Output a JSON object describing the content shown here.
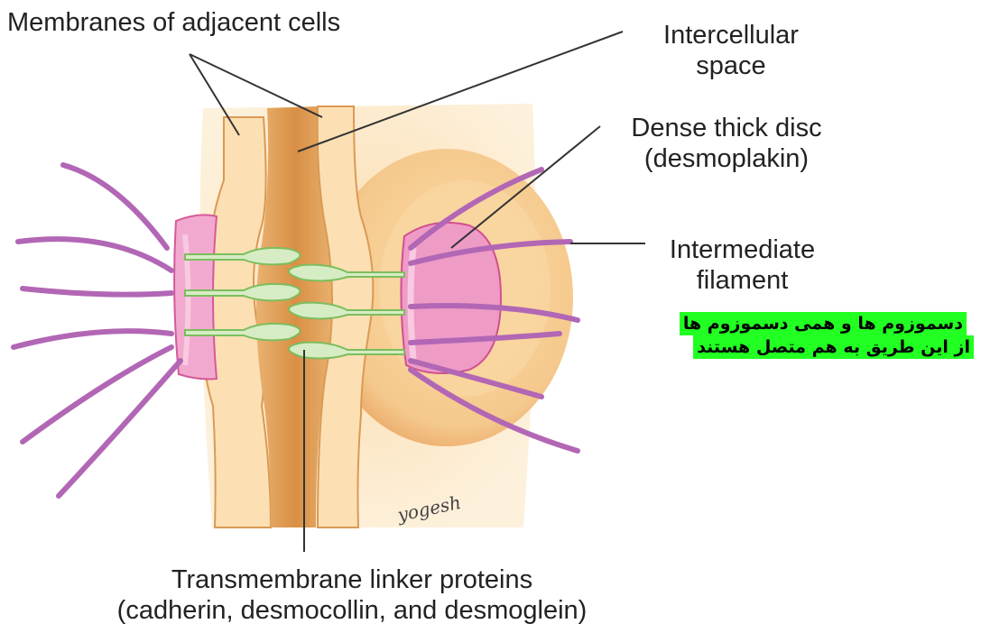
{
  "labels": {
    "membranes": "Membranes of adjacent cells",
    "intercellular_1": "Intercellular",
    "intercellular_2": "space",
    "dense_disc_1": "Dense thick disc",
    "dense_disc_2": "(desmoplakin)",
    "intermediate_1": "Intermediate",
    "intermediate_2": "filament",
    "transmembrane_1": "Transmembrane linker proteins",
    "transmembrane_2": "(cadherin, desmocollin, and desmoglein)"
  },
  "annotation": {
    "line1": "دسموزوم ها و همی دسموزوم ها",
    "line2": "از این طریق به هم متصل هستند"
  },
  "signature": "yogesh",
  "colors": {
    "cell": "#fbd9a6",
    "cell_light": "#fdeacb",
    "intercellular": "#e2a25b",
    "disc": "#ee9bc6",
    "filament": "#b267b5",
    "linker": "#d6ecc4",
    "annotation_bg": "#22ff22"
  }
}
